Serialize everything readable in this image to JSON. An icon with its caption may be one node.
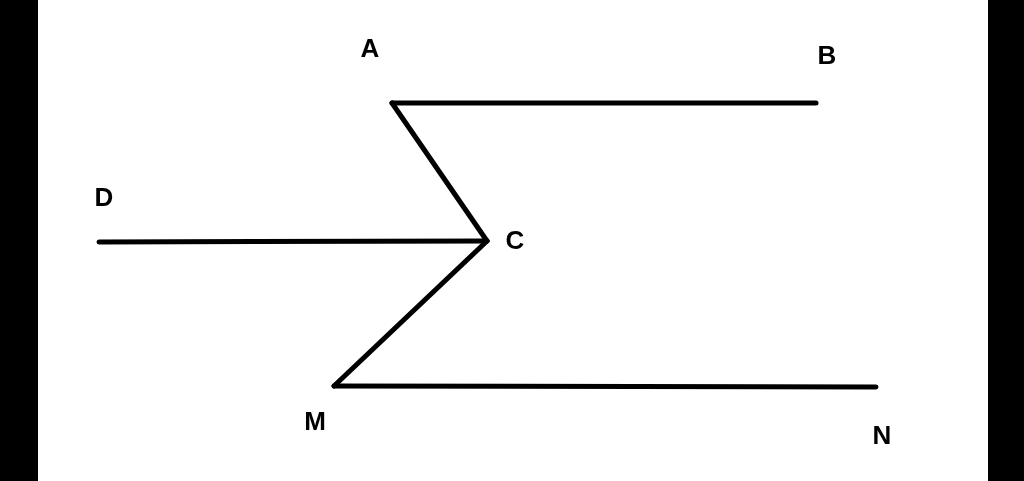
{
  "diagram": {
    "nodes": [
      {
        "text": [
          "A"
        ]
      },
      {
        "text": [
          "B"
        ]
      },
      {
        "text": [
          "D"
        ]
      },
      {
        "text": [
          "C"
        ]
      },
      {
        "text": [
          "M"
        ]
      },
      {
        "text": [
          "N"
        ]
      }
    ],
    "edges": [
      {
        "from": 0,
        "to": 1,
        "arrow": "none"
      },
      {
        "from": 0,
        "to": 3,
        "arrow": "none"
      },
      {
        "from": 2,
        "to": 3,
        "arrow": "none"
      },
      {
        "from": 3,
        "to": 4,
        "arrow": "none"
      },
      {
        "from": 4,
        "to": 5,
        "arrow": "none"
      }
    ]
  }
}
